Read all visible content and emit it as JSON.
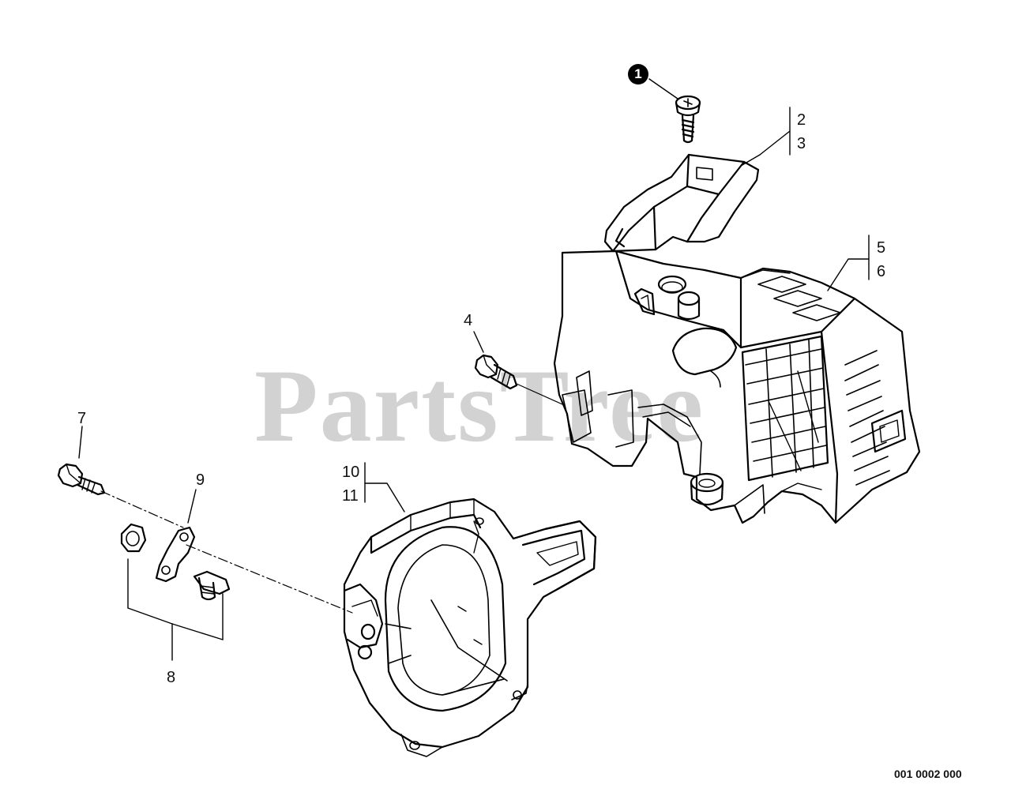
{
  "watermark": "PartsTree",
  "diagram_code": "001 0002 000",
  "callouts": {
    "c1": "1",
    "c2": "2",
    "c3": "3",
    "c4": "4",
    "c5": "5",
    "c6": "6",
    "c7": "7",
    "c8": "8",
    "c9": "9",
    "c10": "10",
    "c11": "11"
  }
}
